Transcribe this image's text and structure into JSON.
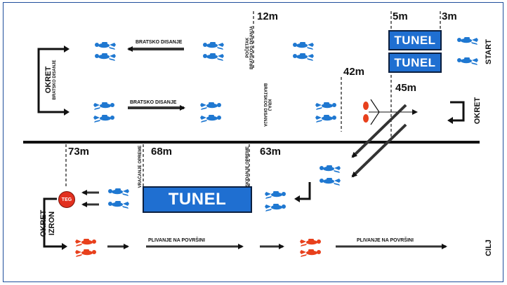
{
  "colors": {
    "frame": "#1f4e9c",
    "tunnel": "#1f6fd1",
    "diver_blue": "#1f78d1",
    "diver_red": "#e8401c",
    "teg": "#e2301f",
    "ink": "#111111"
  },
  "distances": {
    "m12": "12m",
    "m5": "5m",
    "m3": "3m",
    "m42": "42m",
    "m45": "45m",
    "m73": "73m",
    "m68": "68m",
    "m63": "63m"
  },
  "tunnels": {
    "top1": "TUNEL",
    "top2": "TUNEL",
    "bottom": "TUNEL"
  },
  "labels": {
    "bratsko_top": "BRATSKO DISANJE",
    "bratsko_mid": "BRATSKO DISANJE",
    "pocetak": "POČETAK",
    "pocetak_sub": "BRATSKOG DISANJA",
    "kraj": "KRAJ",
    "kraj_sub": "BRATSKOG DISANJA",
    "okret_left": "OKRET",
    "okret_left_sub": "BRATSKO DISANJE",
    "okret_right": "OKRET",
    "vracanje": "VRAĆANJE OPREME",
    "skidanje": "SKIDANJE OPREME",
    "teg": "TEG",
    "okret_izron_1": "OKRET",
    "okret_izron_2": "IZRON",
    "plivanje_1": "PLIVANJE NA POVRŠINI",
    "plivanje_2": "PLIVANJE NA POVRŠINI",
    "start": "START",
    "cilj": "CILJ"
  },
  "icons": {
    "diver": "scuba-diver-icon",
    "fins": "fins-icon"
  }
}
